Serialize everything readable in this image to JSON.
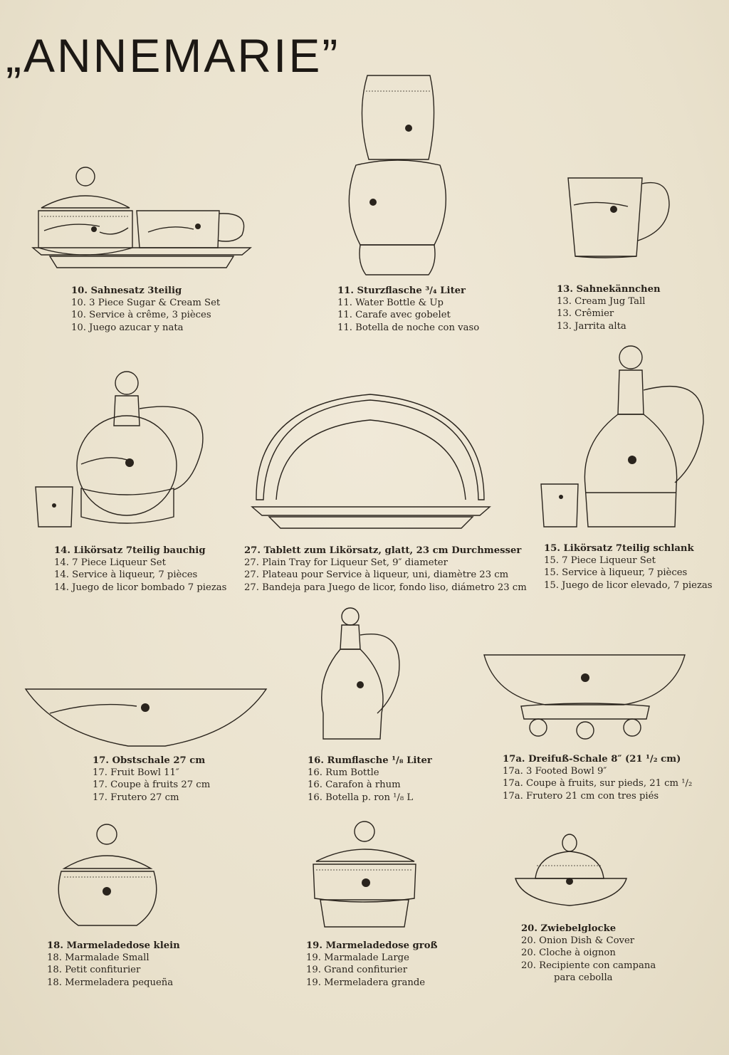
{
  "page": {
    "title": "„ANNEMARIE”"
  },
  "items": {
    "sugar_cream_set": [
      "10. Sahnesatz 3teilig",
      "10. 3 Piece Sugar & Cream Set",
      "10. Service à crême, 3 pièces",
      "10. Juego azucar y nata"
    ],
    "water_bottle": [
      "11. Sturzflasche ³/₄ Liter",
      "11. Water Bottle & Up",
      "11. Carafe avec gobelet",
      "11. Botella de noche con vaso"
    ],
    "cream_jug": [
      "13. Sahnekännchen",
      "13. Cream Jug Tall",
      "13. Crêmier",
      "13. Jarrita alta"
    ],
    "liqueur_set_bulbous": [
      "14. Likörsatz 7teilig bauchig",
      "14. 7 Piece Liqueur Set",
      "14. Service à liqueur, 7 pièces",
      "14. Juego de licor bombado 7 piezas"
    ],
    "plain_tray": [
      "27. Tablett zum Likörsatz, glatt, 23 cm Durchmesser",
      "27. Plain Tray for Liqueur Set, 9″ diameter",
      "27. Plateau pour Service à liqueur, uni, diamètre 23 cm",
      "27. Bandeja para Juego de licor, fondo liso, diámetro 23 cm"
    ],
    "liqueur_set_slim": [
      "15. Likörsatz 7teilig schlank",
      "15. 7 Piece Liqueur Set",
      "15. Service à liqueur, 7 pièces",
      "15. Juego de licor elevado, 7 piezas"
    ],
    "fruit_bowl": [
      "17. Obstschale 27 cm",
      "17. Fruit Bowl 11″",
      "17. Coupe à fruits 27 cm",
      "17. Frutero 27 cm"
    ],
    "rum_bottle": [
      "16. Rumflasche ¹/₈ Liter",
      "16. Rum Bottle",
      "16. Carafon à rhum",
      "16. Botella p. ron ¹/₈ L"
    ],
    "footed_bowl": [
      "17a. Dreifuß-Schale 8″ (21 ¹/₂ cm)",
      "17a. 3 Footed Bowl 9″",
      "17a. Coupe à fruits, sur pieds, 21 cm ¹/₂",
      "17a. Frutero 21 cm con tres piés"
    ],
    "marmalade_small": [
      "18. Marmeladedose klein",
      "18. Marmalade Small",
      "18. Petit confiturier",
      "18. Mermeladera pequeña"
    ],
    "marmalade_large": [
      "19. Marmeladedose groß",
      "19. Marmalade Large",
      "19. Grand confiturier",
      "19. Mermeladera grande"
    ],
    "onion_dish": [
      "20. Zwiebelglocke",
      "20. Onion Dish & Cover",
      "20. Cloche à oignon",
      "20. Recipiente con campana",
      "para cebolla"
    ]
  }
}
